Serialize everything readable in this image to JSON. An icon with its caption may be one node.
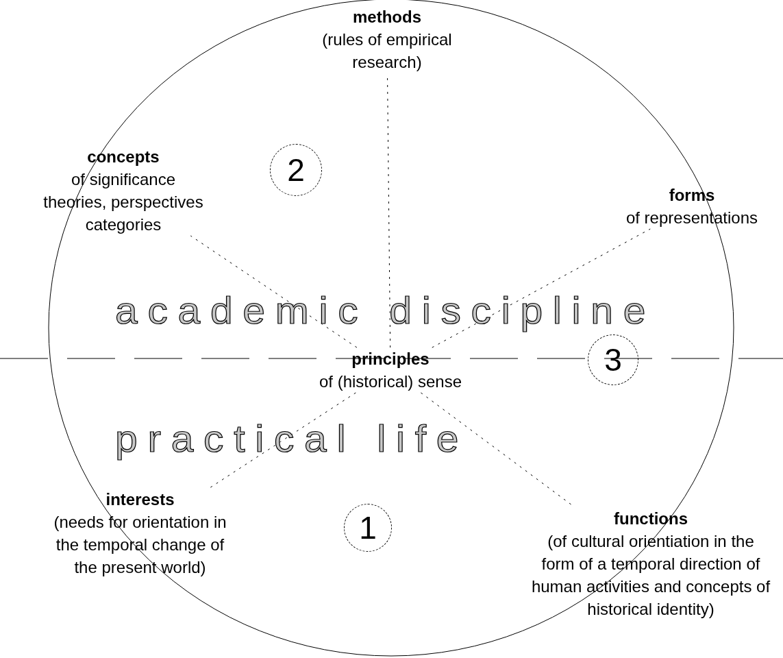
{
  "diagram": {
    "nodes": [
      {
        "text": [
          "principles",
          "of (historical) sense"
        ]
      },
      {
        "text": [
          "methods",
          "(rules of empirical research)"
        ]
      },
      {
        "text": [
          "concepts",
          "of significance theories, perspectives categories"
        ]
      },
      {
        "text": [
          "forms",
          "of representations"
        ]
      },
      {
        "text": [
          "interests",
          "(needs for orientation in the temporal change of the present world)"
        ]
      },
      {
        "text": [
          "functions",
          "(of cultural orientiation in the form of a temporal direction of human activities and concepts of historical identity)"
        ]
      },
      {
        "text": [
          "2"
        ]
      },
      {
        "text": [
          "3"
        ]
      },
      {
        "text": [
          "1"
        ]
      }
    ],
    "edges": [
      {
        "from": 0,
        "to": 1,
        "arrow": "none",
        "style": "dashed"
      },
      {
        "from": 0,
        "to": 2,
        "arrow": "none",
        "style": "dashed"
      },
      {
        "from": 0,
        "to": 3,
        "arrow": "none",
        "style": "dashed"
      },
      {
        "from": 0,
        "to": 4,
        "arrow": "none",
        "style": "dashed"
      },
      {
        "from": 0,
        "to": 5,
        "arrow": "none",
        "style": "dashed"
      }
    ],
    "labels": [
      "academic discipline",
      "practical life"
    ]
  }
}
